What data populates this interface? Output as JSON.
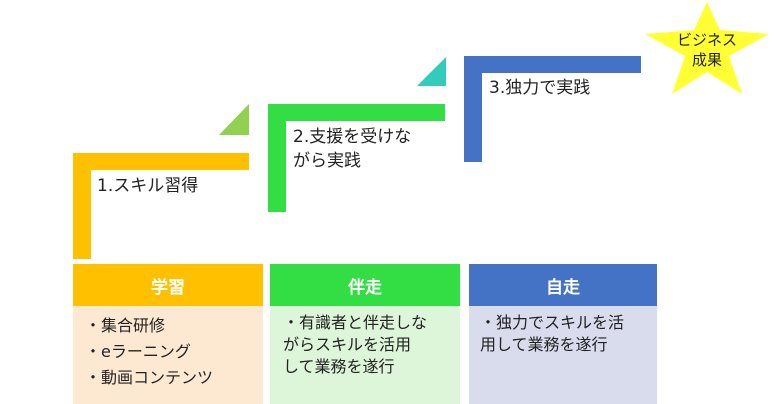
{
  "steps": [
    {
      "label": "1.スキル習得",
      "color": "#FFC000",
      "accent": "#92D050"
    },
    {
      "label": "2.支援を受けな\nがら実践",
      "color": "#33DD44",
      "accent": "#33CCBB"
    },
    {
      "label": "3.独力で実践",
      "color": "#4472C4"
    }
  ],
  "goal": {
    "label": "ビジネス\n成果",
    "color": "#FFFF33"
  },
  "columns": [
    {
      "title": "学習",
      "head_color": "#FFC000",
      "body_color": "#FDE9D2",
      "items": [
        "・集合研修",
        "・eラーニング",
        "・動画コンテンツ"
      ]
    },
    {
      "title": "伴走",
      "head_color": "#33DD44",
      "body_color": "#DDF5D8",
      "items": [
        "・有識者と伴走しな\nがらスキルを活用\nして業務を遂行"
      ]
    },
    {
      "title": "自走",
      "head_color": "#4472C4",
      "body_color": "#D8DCEC",
      "items": [
        "・独力でスキルを活\n用して業務を遂行"
      ]
    }
  ]
}
